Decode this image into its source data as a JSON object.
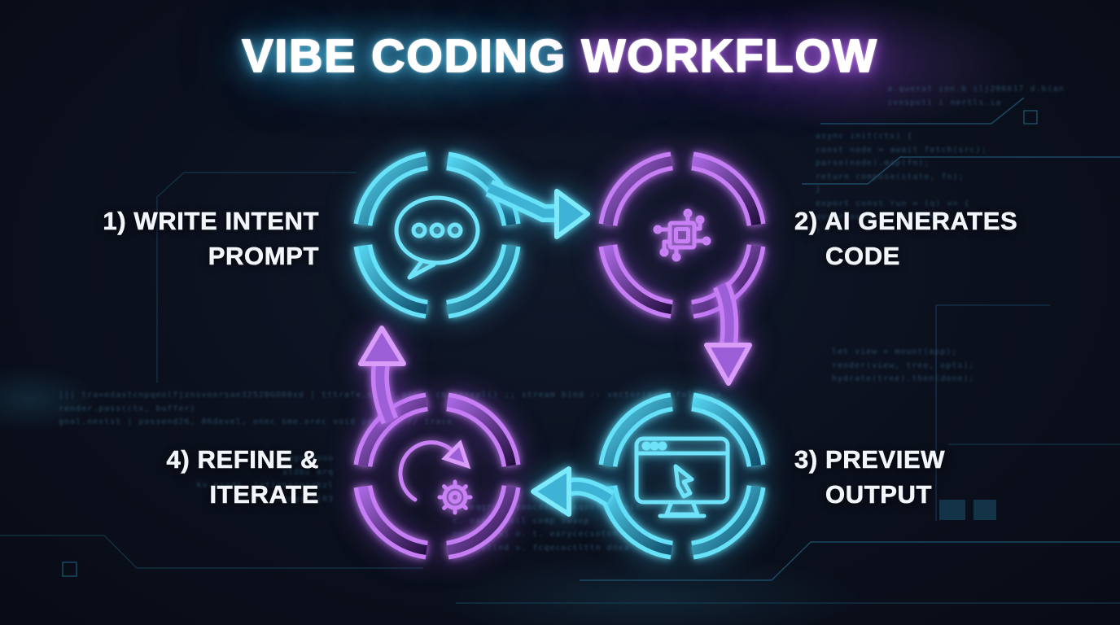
{
  "title": {
    "left": "VIBE CODING",
    "right": "WORKFLOW"
  },
  "steps": [
    {
      "number": 1,
      "line1": "1) WRITE INTENT",
      "line2": "PROMPT",
      "icon": "speech-bubble",
      "accent": "cyan"
    },
    {
      "number": 2,
      "line1": "2) AI GENERATES",
      "line2": "CODE",
      "icon": "ai-brain-chip",
      "accent": "purple"
    },
    {
      "number": 3,
      "line1": "3) PREVIEW",
      "line2": "OUTPUT",
      "icon": "browser-preview",
      "accent": "cyan"
    },
    {
      "number": 4,
      "line1": "4) REFINE &",
      "line2": "ITERATE",
      "icon": "refresh-gear",
      "accent": "purple"
    }
  ],
  "flow": [
    {
      "from": 1,
      "to": 2,
      "direction": "right"
    },
    {
      "from": 2,
      "to": 3,
      "direction": "down"
    },
    {
      "from": 3,
      "to": 4,
      "direction": "left"
    },
    {
      "from": 4,
      "to": 1,
      "direction": "up"
    }
  ],
  "colors": {
    "background": "#0b101d",
    "cyan_edge": "#68e2f9",
    "cyan_fill": "#3fb3d6",
    "purple_edge": "#c67ef5",
    "purple_fill": "#9c5fd8",
    "label_text": "#f2f6fa",
    "title_glow_left": "#3ec3ea",
    "title_glow_right": "#a855f0"
  },
  "background_texture": {
    "code_blocks": [
      {
        "text": "async init(ctx) {\n  const node = await fetch(src);\n  parse(node).map(fn);\n  return compose(state, fn);\n}\nexport const run = (q) => {\n  queue.push(q); emit(ev);\n}"
      },
      {
        "text": "let view = mount(app);\nrender(view, tree, opts);\nhydrate(tree).then(done);"
      },
      {
        "text": "||| tra=edastcnpqeolfjznsvoorsae32520GO00xd | tttrafe.sttli.aee | coderrepl() ;; stream bind :: vector(map, fold) => render.pass(ctx, buffer)\ngoal.nextst | passend26, 06devel, onec sme.orec void paged() // trace"
      },
      {
        "text": "jmgnadooo\natdbu mrq\nkv.orgdp, ivtionernaabzl\nsodngs 2|03"
      },
      {
        "text": "i.ueqgrcrsseaocdeetnqsqoo? a.epic\nc. oameneaell comp swaop\nnso..blnuj o. t. earycecsoton fee\nmvg jblind v. fcqecoctlttn dnea"
      },
      {
        "text": "a.querat ion.b ilj206617 d.bian\nivnspoti i nertls.ia"
      }
    ]
  }
}
